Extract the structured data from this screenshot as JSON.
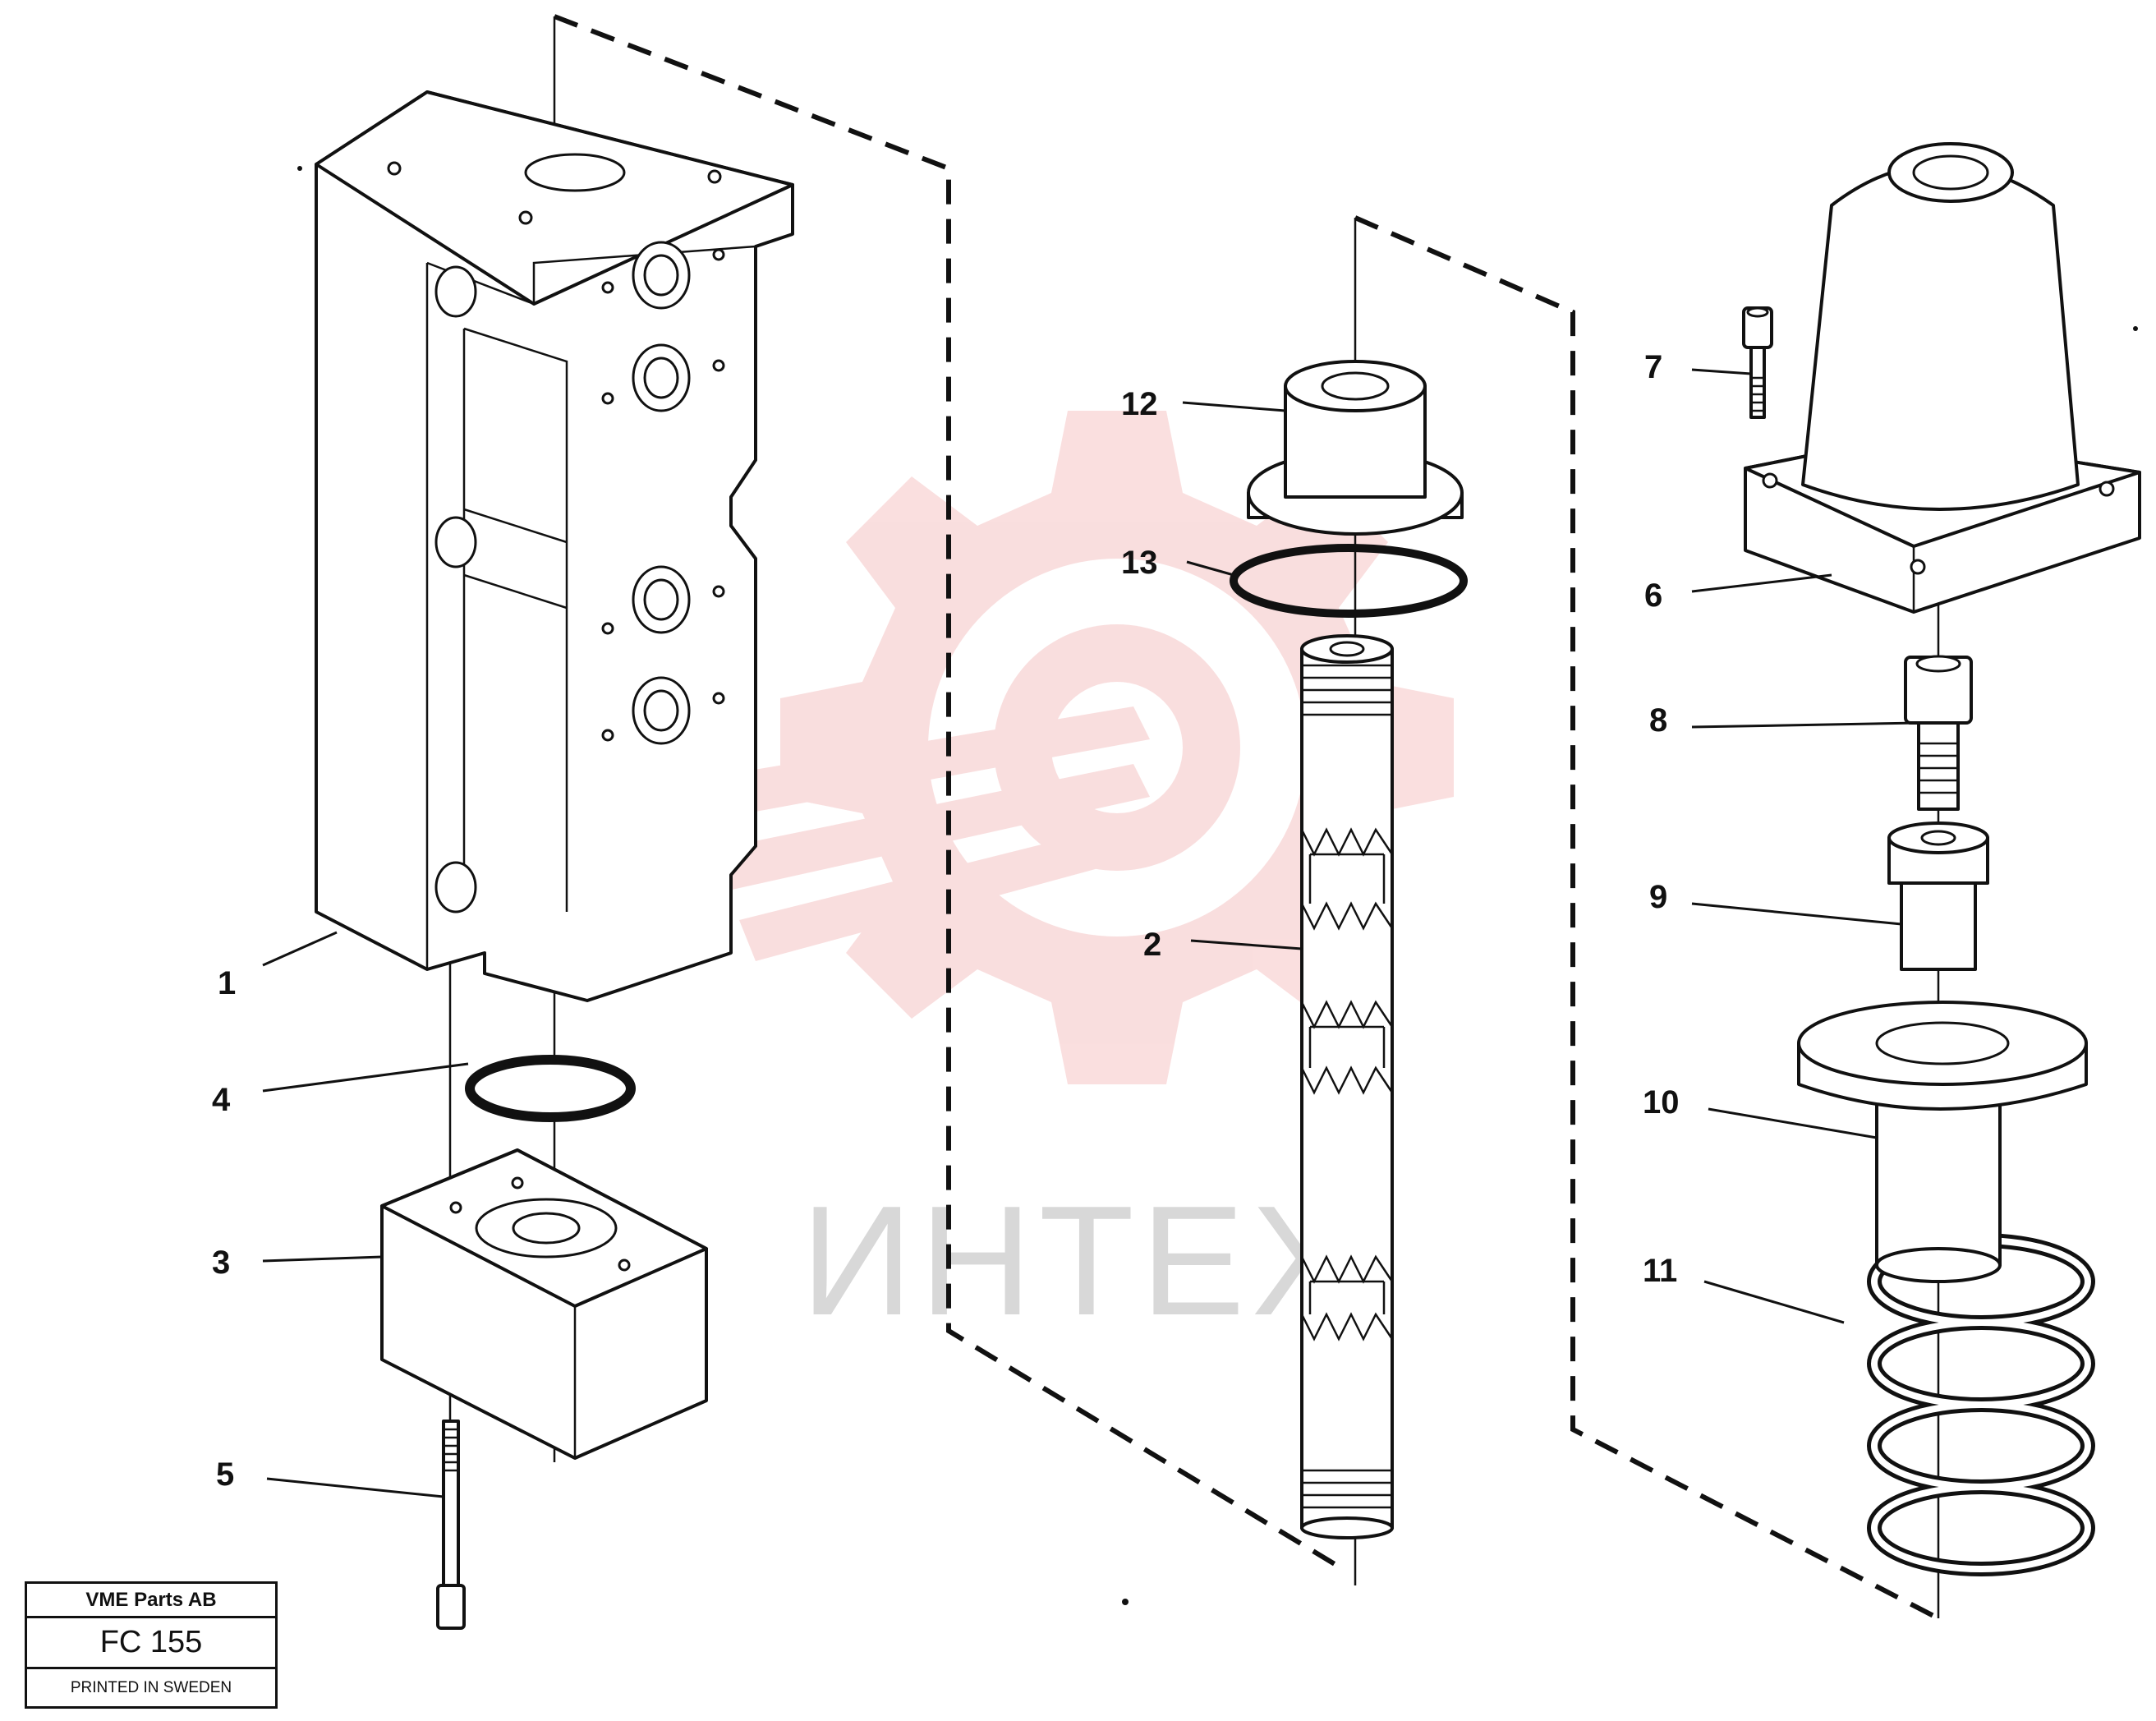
{
  "watermark": {
    "text": "ИНТЕХ",
    "color": "#d8d8d8",
    "logo_color": "#f5c4c4"
  },
  "callouts": [
    {
      "id": "1",
      "label": "1"
    },
    {
      "id": "2",
      "label": "2"
    },
    {
      "id": "3",
      "label": "3"
    },
    {
      "id": "4",
      "label": "4"
    },
    {
      "id": "5",
      "label": "5"
    },
    {
      "id": "6",
      "label": "6"
    },
    {
      "id": "7",
      "label": "7"
    },
    {
      "id": "8",
      "label": "8"
    },
    {
      "id": "9",
      "label": "9"
    },
    {
      "id": "10",
      "label": "10"
    },
    {
      "id": "11",
      "label": "11"
    },
    {
      "id": "12",
      "label": "12"
    },
    {
      "id": "13",
      "label": "13"
    }
  ],
  "title_block": {
    "company": "VME Parts AB",
    "figure_code": "FC 155",
    "printed": "PRINTED IN SWEDEN"
  }
}
